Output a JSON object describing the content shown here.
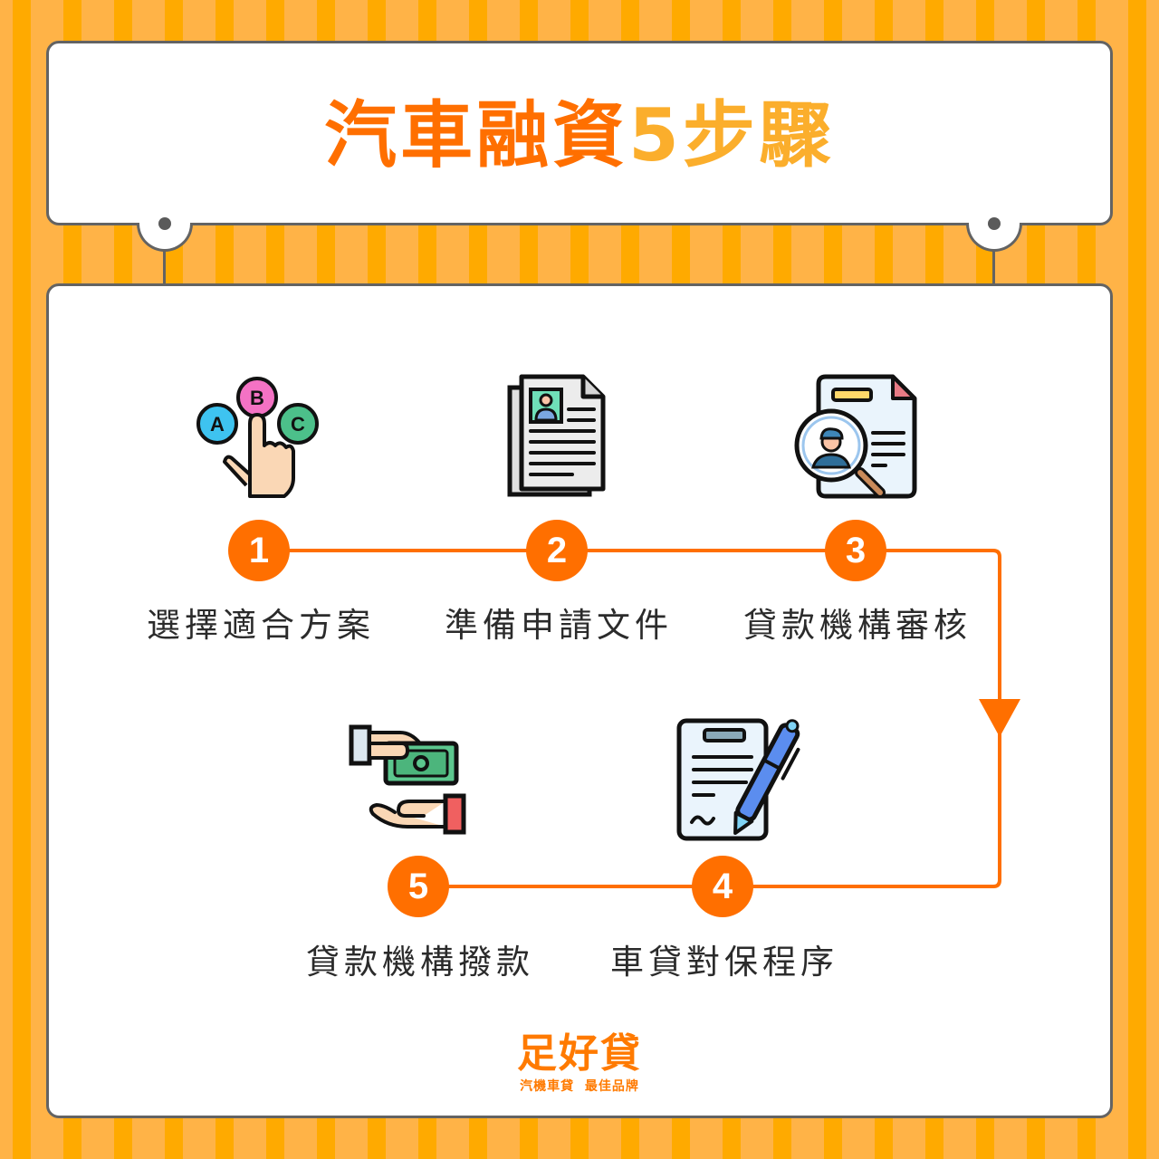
{
  "title": {
    "part1": "汽車融資",
    "part2": "5步驟"
  },
  "colors": {
    "accent": "#FF6F00",
    "title_secondary": "#FBAE2C",
    "stripe_light": "#FFB347",
    "stripe_dark": "#FFAA00",
    "border": "#636363",
    "text": "#2b2b2b"
  },
  "steps": [
    {
      "number": "1",
      "label": "選擇適合方案",
      "icon": "abc-choice-hand-icon"
    },
    {
      "number": "2",
      "label": "準備申請文件",
      "icon": "resume-documents-icon"
    },
    {
      "number": "3",
      "label": "貸款機構審核",
      "icon": "document-search-person-icon"
    },
    {
      "number": "4",
      "label": "車貸對保程序",
      "icon": "contract-sign-pen-icon"
    },
    {
      "number": "5",
      "label": "貸款機構撥款",
      "icon": "money-handover-icon"
    }
  ],
  "brand": {
    "name": "足好貸",
    "slogan": "汽機車貸  最佳品牌"
  }
}
